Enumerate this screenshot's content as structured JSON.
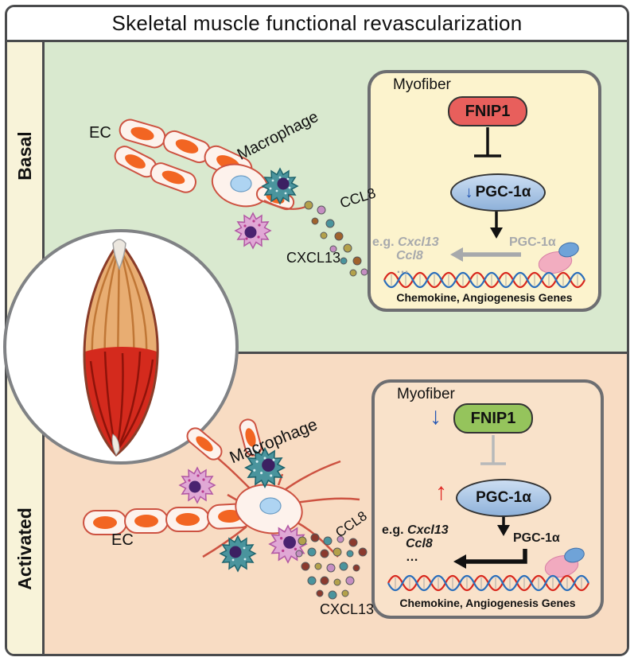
{
  "title": "Skeletal muscle functional revascularization",
  "glyphs": {
    "down_arrow": "↓",
    "up_arrow": "↑"
  },
  "colors": {
    "basal_panel": "#d9e9cf",
    "activated_panel": "#f8dcc3",
    "sidebar": "#f8f3d9",
    "myofiber_basal": "#fcf3cd",
    "myofiber_activated": "#f9e2ca",
    "fnip1_basal": "#e85f5c",
    "fnip1_activated": "#95c45c",
    "pgc1a_fill": "#8fb2da",
    "down_arrow_blue": "#2456b3",
    "up_arrow_red": "#e02a26",
    "gray_inactive": "#a7a9ac"
  },
  "basal": {
    "section_label": "Basal",
    "ec_label": "EC",
    "macrophage_label": "Macrophage",
    "ccl8_label": "CCL8",
    "cxcl13_label": "CXCL13",
    "myofiber": {
      "title": "Myofiber",
      "fnip1_label": "FNIP1",
      "pgc1a_label": "PGC-1α",
      "eg_prefix": "e.g.",
      "gene1": "Cxcl13",
      "gene2": "Ccl8",
      "ellipsis": "…",
      "pgc1a_gene_label": "PGC-1α",
      "genes_caption": "Chemokine, Angiogenesis Genes"
    }
  },
  "activated": {
    "section_label": "Activated",
    "ec_label": "EC",
    "macrophage_label": "Macrophage",
    "ccl8_label": "CCL8",
    "cxcl13_label": "CXCL13",
    "myofiber": {
      "title": "Myofiber",
      "fnip1_label": "FNIP1",
      "pgc1a_label": "PGC-1α",
      "eg_prefix": "e.g.",
      "gene1": "Cxcl13",
      "gene2": "Ccl8",
      "ellipsis": "…",
      "pgc1a_gene_label": "PGC-1α",
      "genes_caption": "Chemokine, Angiogenesis Genes"
    }
  }
}
